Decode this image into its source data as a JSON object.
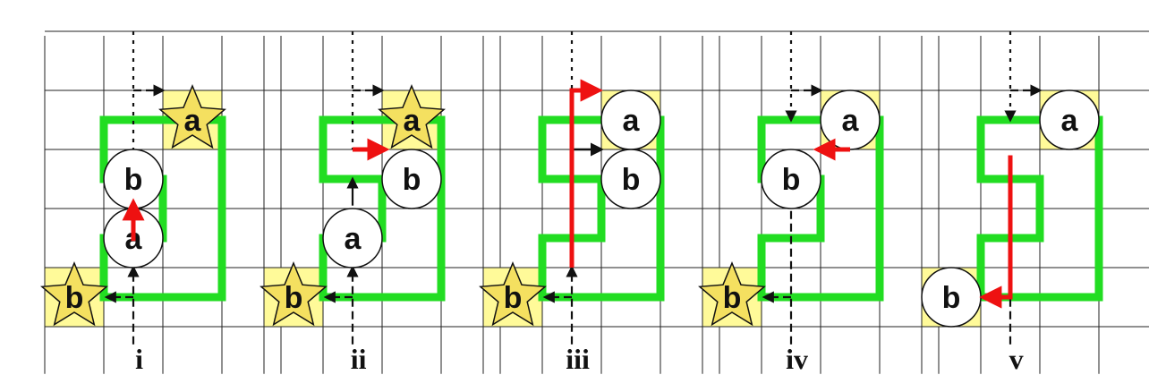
{
  "figure": {
    "panels": [
      {
        "label": "i",
        "robots": [
          {
            "name": "a",
            "cell": [
              1,
              3
            ],
            "shape": "circle"
          },
          {
            "name": "b",
            "cell": [
              1,
              2
            ],
            "shape": "circle"
          }
        ],
        "targets": [
          {
            "name": "a",
            "cell": [
              2,
              1
            ]
          },
          {
            "name": "b",
            "cell": [
              0,
              4
            ]
          }
        ],
        "red_path": [
          [
            1.5,
            3.55
          ],
          [
            1.5,
            2.9
          ]
        ],
        "black_path": [],
        "dashed_arrows": [
          {
            "from": [
              1.5,
              0.0
            ],
            "to": [
              1.5,
              2.0
            ],
            "head": false
          },
          {
            "from": [
              1.5,
              1.0
            ],
            "to": [
              2.0,
              1.0
            ],
            "head": true,
            "via": [
              1.5,
              1.0
            ]
          },
          {
            "from": [
              1.5,
              5.3
            ],
            "to": [
              1.5,
              4.0
            ],
            "head": true
          },
          {
            "from": [
              1.5,
              4.5
            ],
            "to": [
              1.05,
              4.5
            ],
            "head": true
          }
        ]
      },
      {
        "label": "ii",
        "robots": [
          {
            "name": "a",
            "cell": [
              1,
              3
            ],
            "shape": "circle"
          },
          {
            "name": "b",
            "cell": [
              2,
              2
            ],
            "shape": "circle"
          }
        ],
        "targets": [
          {
            "name": "a",
            "cell": [
              2,
              1
            ]
          },
          {
            "name": "b",
            "cell": [
              0,
              4
            ]
          }
        ],
        "red_path": [
          [
            1.5,
            2.0
          ],
          [
            2.05,
            2.0
          ]
        ],
        "black_path": [],
        "dashed_arrows": [
          {
            "from": [
              1.5,
              0.0
            ],
            "to": [
              1.5,
              2.0
            ],
            "head": false
          },
          {
            "from": [
              1.5,
              1.0
            ],
            "to": [
              2.0,
              1.0
            ],
            "head": true
          },
          {
            "from": [
              1.5,
              5.3
            ],
            "to": [
              1.5,
              4.0
            ],
            "head": true
          },
          {
            "from": [
              1.5,
              4.5
            ],
            "to": [
              1.05,
              4.5
            ],
            "head": true
          },
          {
            "from": [
              1.5,
              2.95
            ],
            "to": [
              1.5,
              2.5
            ],
            "head": true,
            "solid": true
          }
        ]
      },
      {
        "label": "iii",
        "robots": [
          {
            "name": "a",
            "cell": [
              2,
              1
            ],
            "shape": "circle"
          },
          {
            "name": "b",
            "cell": [
              2,
              2
            ],
            "shape": "circle"
          }
        ],
        "targets": [
          {
            "name": "a",
            "cell": [
              2,
              1
            ]
          },
          {
            "name": "b",
            "cell": [
              0,
              4
            ]
          }
        ],
        "red_path": [
          [
            1.5,
            4.0
          ],
          [
            1.5,
            1.0
          ],
          [
            1.95,
            1.0
          ]
        ],
        "black_path": [
          [
            1.5,
            2.0
          ],
          [
            2.0,
            2.0
          ]
        ],
        "dashed_arrows": [
          {
            "from": [
              1.5,
              0.0
            ],
            "to": [
              1.5,
              1.0
            ],
            "head": false
          },
          {
            "from": [
              1.5,
              5.3
            ],
            "to": [
              1.5,
              4.0
            ],
            "head": true
          },
          {
            "from": [
              1.5,
              4.5
            ],
            "to": [
              1.05,
              4.5
            ],
            "head": true
          }
        ]
      },
      {
        "label": "iv",
        "robots": [
          {
            "name": "a",
            "cell": [
              2,
              1
            ],
            "shape": "circle"
          },
          {
            "name": "b",
            "cell": [
              1,
              2
            ],
            "shape": "circle"
          }
        ],
        "targets": [
          {
            "name": "a",
            "cell": [
              2,
              1
            ]
          },
          {
            "name": "b",
            "cell": [
              0,
              4
            ]
          }
        ],
        "red_path": [
          [
            2.5,
            2.0
          ],
          [
            1.95,
            2.0
          ]
        ],
        "black_path": [],
        "dashed_arrows": [
          {
            "from": [
              1.5,
              0.0
            ],
            "to": [
              1.5,
              1.5
            ],
            "head": true
          },
          {
            "from": [
              1.5,
              1.0
            ],
            "to": [
              2.0,
              1.0
            ],
            "head": true
          },
          {
            "from": [
              1.5,
              5.3
            ],
            "to": [
              1.5,
              2.5
            ],
            "head": false
          },
          {
            "from": [
              1.5,
              4.5
            ],
            "to": [
              1.05,
              4.5
            ],
            "head": true
          }
        ]
      },
      {
        "label": "v",
        "robots": [
          {
            "name": "a",
            "cell": [
              2,
              1
            ],
            "shape": "circle"
          },
          {
            "name": "b",
            "cell": [
              0,
              4
            ],
            "shape": "circle"
          }
        ],
        "targets": [
          {
            "name": "a",
            "cell": [
              2,
              1
            ]
          },
          {
            "name": "b",
            "cell": [
              0,
              4
            ]
          }
        ],
        "red_path": [
          [
            1.5,
            2.1
          ],
          [
            1.5,
            4.5
          ],
          [
            1.05,
            4.5
          ]
        ],
        "black_path": [],
        "dashed_arrows": [
          {
            "from": [
              1.5,
              0.0
            ],
            "to": [
              1.5,
              1.5
            ],
            "head": true
          },
          {
            "from": [
              1.5,
              1.0
            ],
            "to": [
              2.0,
              1.0
            ],
            "head": true
          },
          {
            "from": [
              1.5,
              5.3
            ],
            "to": [
              1.5,
              4.0
            ],
            "head": false
          }
        ]
      }
    ],
    "colors": {
      "green_region": "#22dd22",
      "red_path": "#ee1111",
      "target_fill": "#fffa99",
      "star_fill": "#f4e060",
      "grid": "#222222",
      "robot_fill": "#ffffff"
    }
  }
}
